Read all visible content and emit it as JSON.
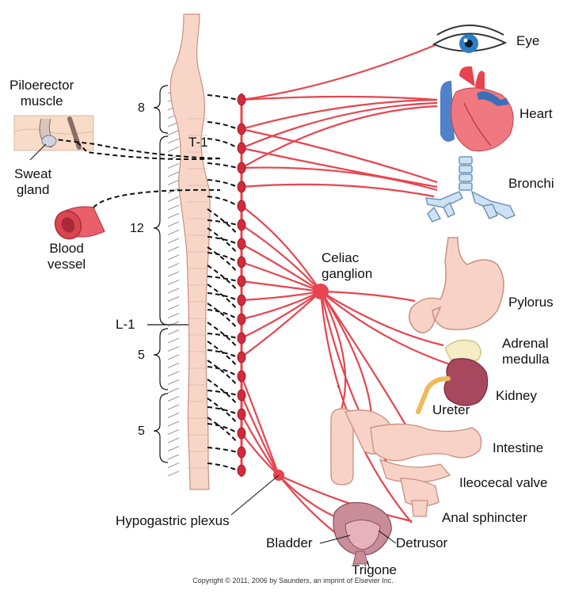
{
  "labels": {
    "eye": "Eye",
    "heart": "Heart",
    "bronchi": "Bronchi",
    "pylorus": "Pylorus",
    "adrenal_medulla": "Adrenal\nmedulla",
    "kidney": "Kidney",
    "ureter": "Ureter",
    "intestine": "Intestine",
    "ileocecal_valve": "Ileocecal valve",
    "anal_sphincter": "Anal sphincter",
    "detrusor": "Detrusor",
    "bladder": "Bladder",
    "trigone": "Trigone",
    "hypogastric_plexus": "Hypogastric plexus",
    "celiac_ganglion": "Celiac\nganglion",
    "piloerector_muscle": "Piloerector\nmuscle",
    "sweat_gland": "Sweat\ngland",
    "blood_vessel": "Blood\nvessel",
    "t1": "T-1",
    "l1": "L-1"
  },
  "segment_numbers": {
    "cervical": "8",
    "thoracic": "12",
    "lumbar": "5",
    "sacral": "5"
  },
  "copyright": "Copyright © 2011, 2006 by Saunders, an imprint of Elsevier Inc.",
  "colors": {
    "nerve": "#e8444f",
    "ganglion": "#d42a3a",
    "spinal_cord": "#f7d6c8",
    "spinal_cord_outline": "#c98f80",
    "preganglionic": "#111111"
  }
}
